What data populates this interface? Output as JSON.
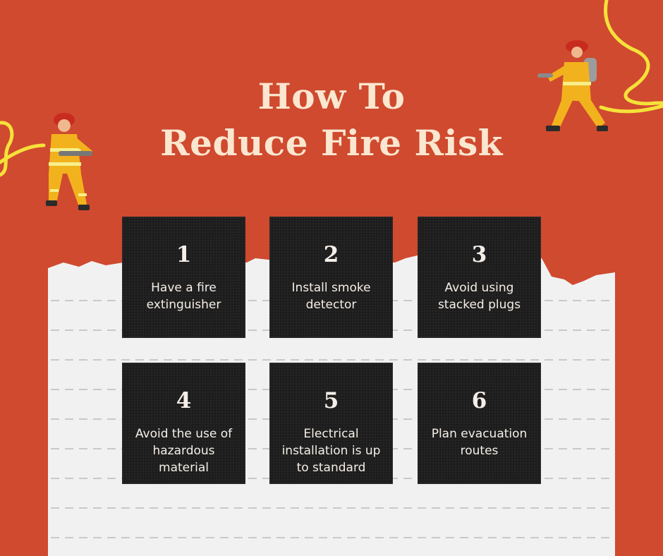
{
  "title": {
    "line1": "How To",
    "line2": "Reduce Fire Risk"
  },
  "tips": [
    {
      "number": "1",
      "text": "Have a fire extinguisher"
    },
    {
      "number": "2",
      "text": "Install smoke detector"
    },
    {
      "number": "3",
      "text": "Avoid using stacked plugs"
    },
    {
      "number": "4",
      "text": "Avoid the use of hazardous material"
    },
    {
      "number": "5",
      "text": "Electrical installation is up to standard"
    },
    {
      "number": "6",
      "text": "Plan evacuation routes"
    }
  ],
  "colors": {
    "background": "#cf4a2f",
    "card": "#1e1d1d",
    "title": "#fbe6cf",
    "hose": "#f6e13a",
    "paper": "#f1f1f1"
  },
  "icons": [
    "firefighter-left-illustration",
    "firefighter-right-illustration",
    "fire-hose-illustration"
  ]
}
